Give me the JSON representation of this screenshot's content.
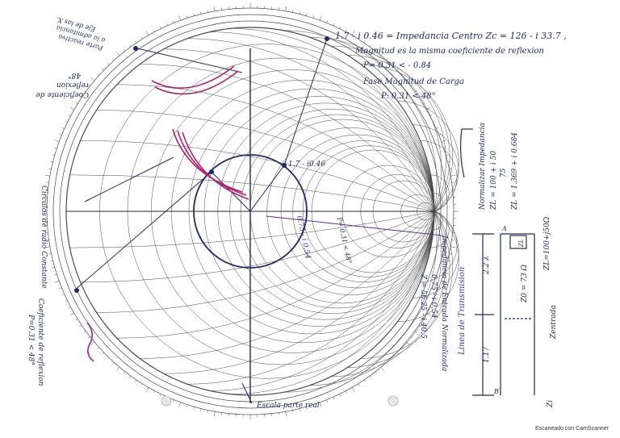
{
  "annotations": {
    "center_impedance": "1.7 - i 0.46 = Impedancia Centro  Zc = 126 - i 33.7 ,",
    "magnitude_note": "Magnitud es la misma coeficiente de reflexion",
    "p_center": "P= 0.31 < - 0.84",
    "phase_title": "Fase Magnitud de Carga",
    "p_load": "P: 0.31 < 48°",
    "point_center": "1.7 - i0.46",
    "point_load": "0.75 - i 0.54",
    "left_reactive": "Parte reactiva",
    "left_admittance": "a la admitancia",
    "left_axis": "Eje de las X.",
    "coef_label": "Coeficiente de",
    "coef_label2": "reflexion",
    "angle_label": "48°",
    "circle_constant": "Circulos de radio Constante",
    "real_axis": "Escala parte real",
    "reflection_coef": "Coeficiente de reflexion",
    "reflection_value": "P=0.31 < 48°",
    "center_radial": "P= 0.31 < 48°",
    "input_impedance": "Impedancia de Entrada Normalizada",
    "input_value": "0.75 - i 0.54",
    "input_z": "Z = 56.25 - i 40.5",
    "normalize_title": "Normalizar Impedancia",
    "zl_fraction": "ZL = 100 + i 50",
    "zl_denominator": "75",
    "zl_normalized": "ZL = 1.369 + i 0.684",
    "transmission_line": "Linea de Transmision",
    "dist_22": "2.2 λ",
    "dist_17": "1.17",
    "z0": "Z0 = 73 Ω",
    "zl_box": "ZL",
    "zl_load": "ZL=100+j50Ω",
    "z_entrada": "Zentrada",
    "zin": "Zi",
    "point_a": "A",
    "point_b": "B"
  },
  "footer": {
    "scanner": "Escaneado con CamScanner"
  },
  "colors": {
    "ink_blue": "#1d2a6b",
    "ink_purple": "#5a2aa0",
    "ink_magenta": "#b0226e",
    "grid": "#4a4a4a"
  }
}
